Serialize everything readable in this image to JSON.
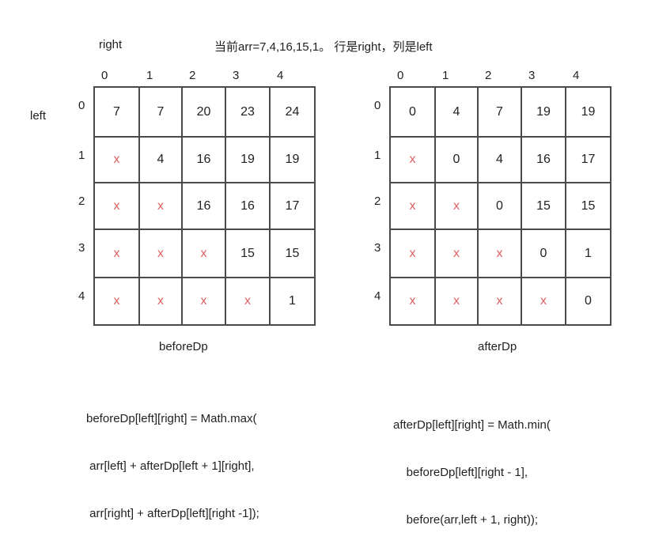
{
  "header": {
    "right_label": "right",
    "description": "当前arr=7,4,16,15,1。 行是right，列是left",
    "left_label": "left"
  },
  "indices": [
    "0",
    "1",
    "2",
    "3",
    "4"
  ],
  "grids": [
    {
      "caption": "beforeDp",
      "rows": [
        [
          "7",
          "7",
          "20",
          "23",
          "24"
        ],
        [
          "x",
          "4",
          "16",
          "19",
          "19"
        ],
        [
          "x",
          "x",
          "16",
          "16",
          "17"
        ],
        [
          "x",
          "x",
          "x",
          "15",
          "15"
        ],
        [
          "x",
          "x",
          "x",
          "x",
          "1"
        ]
      ]
    },
    {
      "caption": "afterDp",
      "rows": [
        [
          "0",
          "4",
          "7",
          "19",
          "19"
        ],
        [
          "x",
          "0",
          "4",
          "16",
          "17"
        ],
        [
          "x",
          "x",
          "0",
          "15",
          "15"
        ],
        [
          "x",
          "x",
          "x",
          "0",
          "1"
        ],
        [
          "x",
          "x",
          "x",
          "x",
          "0"
        ]
      ]
    }
  ],
  "formulas": {
    "before": [
      "beforeDp[left][right] = Math.max(",
      " arr[left] + afterDp[left + 1][right],",
      " arr[right] + afterDp[left][right -1]);"
    ],
    "after": [
      "afterDp[left][right] = Math.min(",
      "    beforeDp[left][right - 1],",
      "    before(arr,left + 1, right));"
    ]
  },
  "colors": {
    "x_mark": "#e06060",
    "grid_border": "#4a4a4a"
  }
}
